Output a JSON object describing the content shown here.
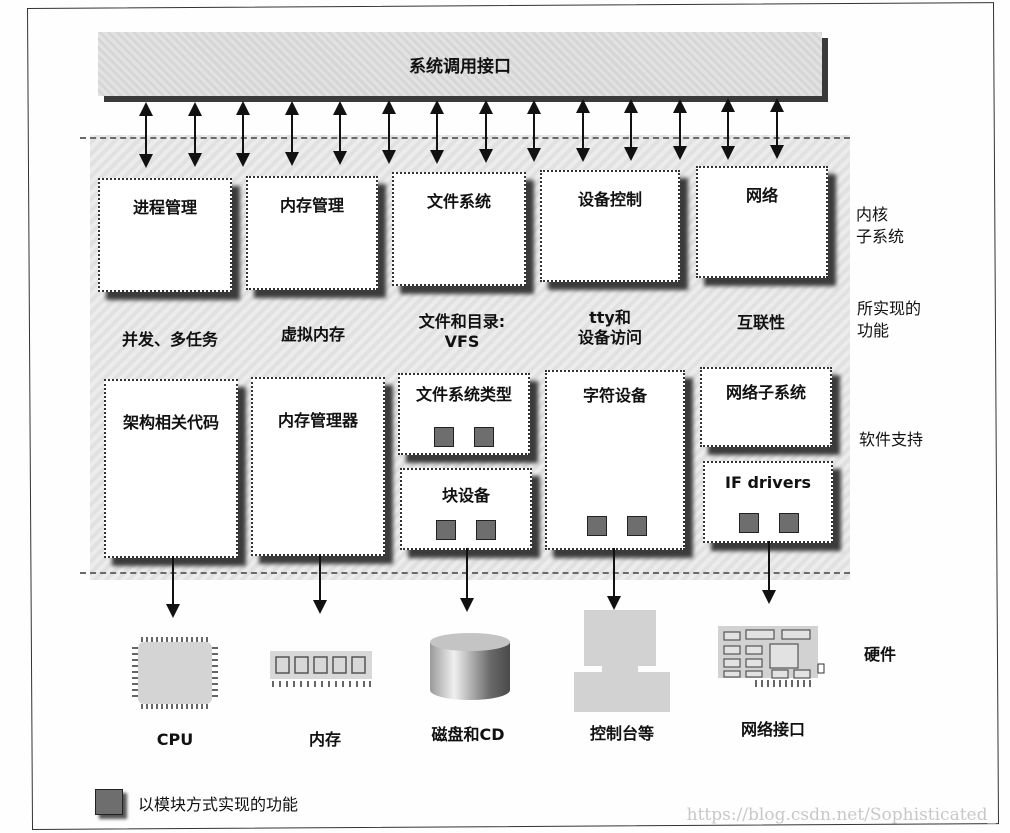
{
  "syscall_interface": {
    "label": "系统调用接口",
    "arrow_count": 14
  },
  "row_labels": {
    "kernel_subsystems": [
      "内核",
      "子系统"
    ],
    "features": [
      "所实现的",
      "功能"
    ],
    "software_support": "软件支持",
    "hardware": "硬件"
  },
  "subsystems": [
    {
      "label": "进程管理"
    },
    {
      "label": "内存管理"
    },
    {
      "label": "文件系统"
    },
    {
      "label": "设备控制"
    },
    {
      "label": "网络"
    }
  ],
  "features": [
    {
      "lines": [
        "并发、多任务"
      ]
    },
    {
      "lines": [
        "虚拟内存"
      ]
    },
    {
      "lines": [
        "文件和目录:",
        "VFS"
      ]
    },
    {
      "lines": [
        "tty和",
        "设备访问"
      ]
    },
    {
      "lines": [
        "互联性"
      ]
    }
  ],
  "support": {
    "arch_code": "架构相关代码",
    "memory_manager": "内存管理器",
    "fs_types": "文件系统类型",
    "block_devices": "块设备",
    "char_devices": "字符设备",
    "net_subsystem": "网络子系统",
    "if_drivers": "IF drivers"
  },
  "hardware": [
    {
      "label": "CPU",
      "icon": "cpu-chip"
    },
    {
      "label": "内存",
      "icon": "memory-module"
    },
    {
      "label": "磁盘和CD",
      "icon": "disk-cylinder"
    },
    {
      "label": "控制台等",
      "icon": "console-terminal"
    },
    {
      "label": "网络接口",
      "icon": "network-card"
    }
  ],
  "legend": {
    "label": "以模块方式实现的功能",
    "color": "#6e6e6e"
  },
  "watermark": "https://blog.csdn.net/Sophisticated_"
}
